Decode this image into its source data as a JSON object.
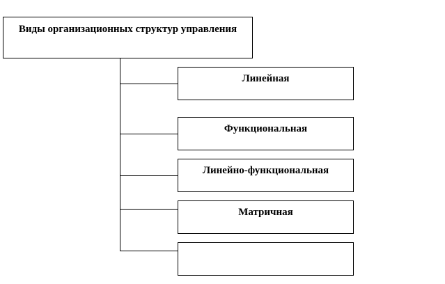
{
  "diagram": {
    "root": {
      "label": "Виды организационных структур управления"
    },
    "children": [
      {
        "label": "Линейная"
      },
      {
        "label": "Функциональная"
      },
      {
        "label": "Линейно-функциональная"
      },
      {
        "label": "Матричная"
      },
      {
        "label": ""
      }
    ]
  }
}
